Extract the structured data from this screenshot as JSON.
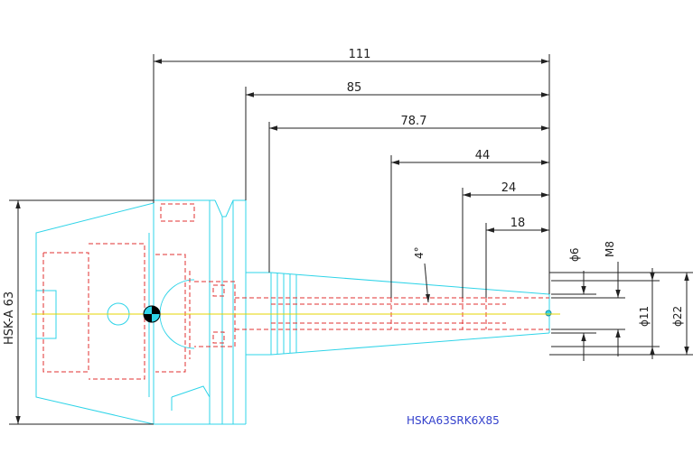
{
  "drawing": {
    "part_number": "HSKA63SRK6X85",
    "dimensions": {
      "overall_length": "111",
      "gauge_length": "85",
      "taper_length": "78.7",
      "length_44": "44",
      "length_24": "24",
      "length_18": "18",
      "taper_angle": "4°",
      "bore_dia": "ϕ6",
      "thread": "M8",
      "dia_11": "ϕ11",
      "dia_22": "ϕ22",
      "shank_type": "HSK-A 63"
    },
    "colors": {
      "outline": "#2fd4e8",
      "hidden": "#e03030",
      "dimension": "#222222",
      "centerline": "#e6d400",
      "title": "#3340cc"
    }
  }
}
